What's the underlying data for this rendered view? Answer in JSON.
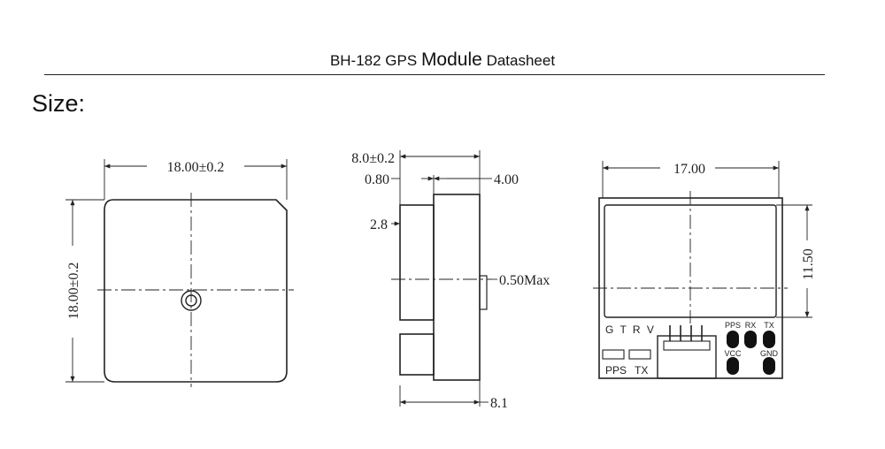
{
  "header": {
    "title_part1": "BH-182 GPS",
    "title_part2": "Module",
    "title_part3": "Datasheet"
  },
  "section": {
    "label": "Size:"
  },
  "front_view": {
    "width_dim": "18.00±0.2",
    "height_dim": "18.00±0.2"
  },
  "side_view": {
    "total_thickness": "8.0±0.2",
    "antenna_offset": "0.80",
    "board_thickness": "4.00",
    "antenna_height": "2.8",
    "max_protrusion": "0.50Max",
    "connector_depth": "8.1"
  },
  "back_view": {
    "width_dim": "17.00",
    "height_dim": "11.50",
    "connector_pins": "G T R V",
    "silk_pps": "PPS",
    "silk_tx": "TX",
    "pad_pps": "PPS",
    "pad_rx": "RX",
    "pad_tx": "TX",
    "pad_vcc": "VCC",
    "pad_gnd": "GND"
  }
}
